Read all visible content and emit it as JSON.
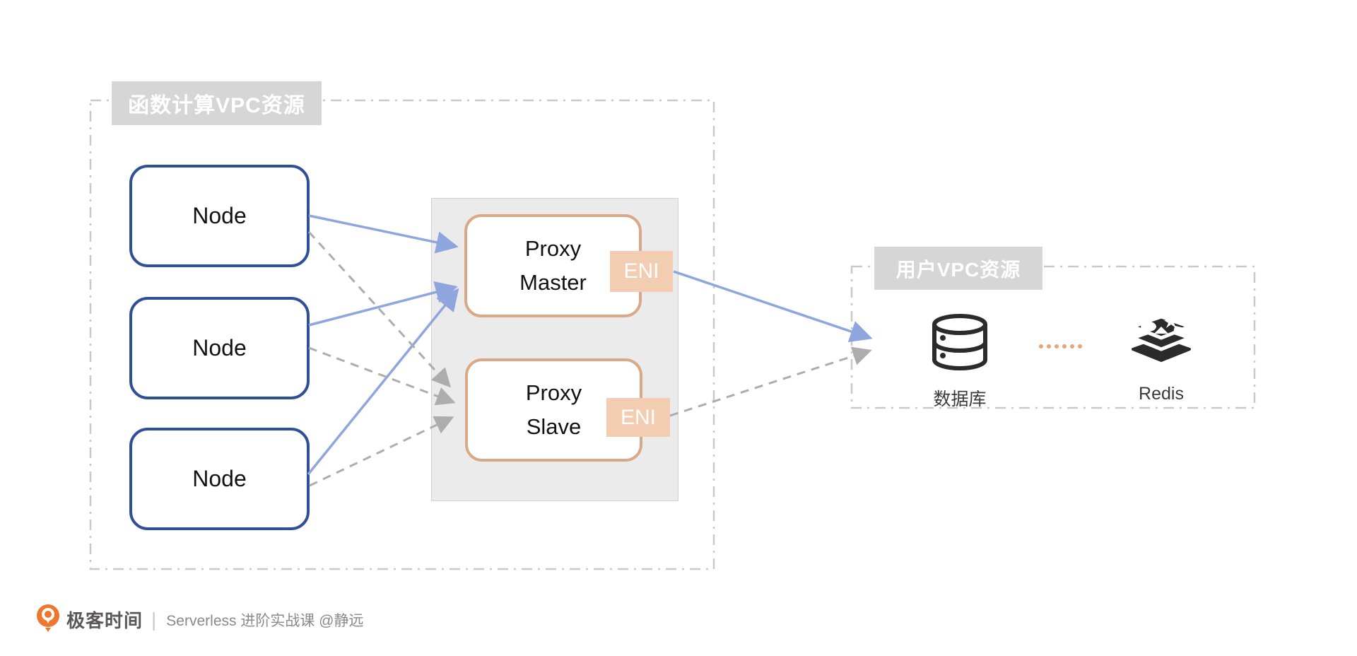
{
  "diagram": {
    "fc_vpc": {
      "label": "函数计算VPC资源",
      "nodes": [
        "Node",
        "Node",
        "Node"
      ],
      "proxy_master_label": "Proxy Master",
      "proxy_slave_label": "Proxy Slave",
      "eni_label": "ENI"
    },
    "user_vpc": {
      "label": "用户VPC资源",
      "items": [
        {
          "icon": "database-icon",
          "label": "数据库"
        },
        {
          "icon": "redis-icon",
          "label": "Redis"
        }
      ]
    },
    "connections": {
      "solid_blue": "Node → Proxy Master, Master ENI → 数据库",
      "dashed_gray": "Node → Proxy Slave, Slave ENI → 数据库"
    }
  },
  "footer": {
    "brand": "极客时间",
    "divider": "|",
    "course": "Serverless 进阶实战课 @静远"
  },
  "colors": {
    "node_border": "#2f4f96",
    "proxy_border": "#d9a987",
    "eni_bg": "#f2cdb1",
    "arrow_blue": "#8fa5dd",
    "arrow_gray": "#adadad",
    "vpc_label_bg": "#d6d6d6",
    "proxy_container_bg": "#ebebeb",
    "icon_dark": "#2b2b2b",
    "dots_orange": "#e5a679",
    "brand_orange": "#f0762d"
  }
}
